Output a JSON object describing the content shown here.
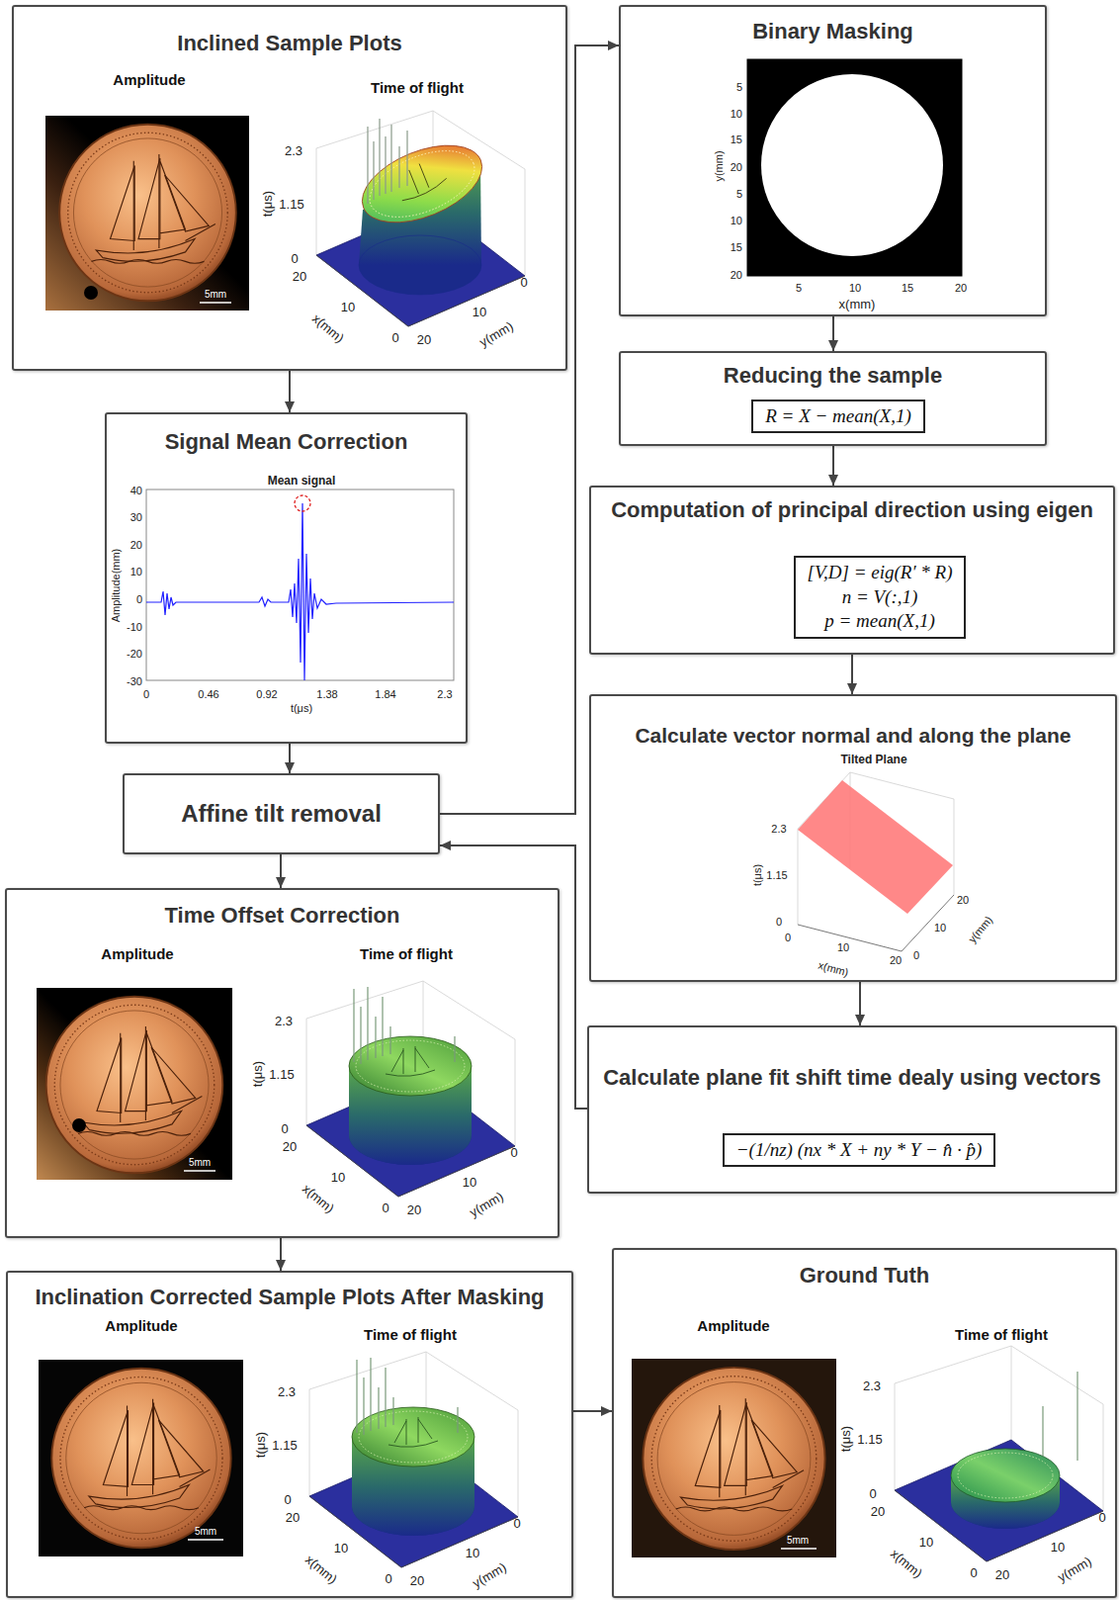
{
  "diagram": {
    "nodes": [
      {
        "text": [
          "Inclined Sample Plots",
          "Amplitude",
          "Time of flight"
        ]
      },
      {
        "text": [
          "Signal Mean Correction"
        ]
      },
      {
        "text": [
          "Affine tilt removal"
        ]
      },
      {
        "text": [
          "Time Offset Correction",
          "Amplitude",
          "Time of flight"
        ]
      },
      {
        "text": [
          "Inclination Corrected Sample Plots After Masking",
          "Amplitude",
          "Time of flight"
        ]
      },
      {
        "text": [
          "Binary Masking"
        ]
      },
      {
        "text": [
          "Reducing the sample"
        ]
      },
      {
        "text": [
          "R = X − mean(X,1)"
        ],
        "in": 6
      },
      {
        "text": [
          "Computation of principal direction using eigen"
        ]
      },
      {
        "text": [
          "[V,D] = eig(R′ * R)",
          "n = V(:,1)",
          "p = mean(X,1)"
        ],
        "in": 8
      },
      {
        "text": [
          "Calculate vector normal and along the plane"
        ]
      },
      {
        "text": [
          "Calculate plane fit shift time dealy using vectors"
        ]
      },
      {
        "text": [
          "−(1/nz) (nx * X + ny * Y − n̂ · p̂)"
        ],
        "in": 11
      },
      {
        "text": [
          "Ground Tuth",
          "Amplitude",
          "Time of flight"
        ]
      }
    ],
    "edges": [
      {
        "from": 0,
        "to": 1,
        "arrow": "to"
      },
      {
        "from": 1,
        "to": 2,
        "arrow": "to"
      },
      {
        "from": 2,
        "to": 5,
        "arrow": "to"
      },
      {
        "from": 5,
        "to": 6,
        "arrow": "to"
      },
      {
        "from": 6,
        "to": 8,
        "arrow": "to"
      },
      {
        "from": 8,
        "to": 10,
        "arrow": "to"
      },
      {
        "from": 10,
        "to": 11,
        "arrow": "to"
      },
      {
        "from": 11,
        "to": 2,
        "arrow": "to"
      },
      {
        "from": 2,
        "to": 3,
        "arrow": "to"
      },
      {
        "from": 3,
        "to": 4,
        "arrow": "to"
      },
      {
        "from": 4,
        "to": 13,
        "arrow": "to"
      }
    ],
    "labels": [
      "5mm",
      "2.3",
      "1.15",
      "0",
      "t(μs)",
      "20",
      "10",
      "0",
      "x(mm)",
      "20",
      "10",
      "0",
      "y(mm)",
      "Mean signal",
      "40",
      "30",
      "20",
      "10",
      "0",
      "-10",
      "-20",
      "-30",
      "0",
      "0.46",
      "0.92",
      "1.38",
      "1.84",
      "2.3",
      "Amplitude(mm)",
      "t(μs)",
      "5mm",
      "2.3",
      "1.15",
      "0",
      "t(μs)",
      "20",
      "10",
      "0",
      "x(mm)",
      "20",
      "10",
      "0",
      "y(mm)",
      "5mm",
      "2.3",
      "1.15",
      "0",
      "t(μs)",
      "20",
      "10",
      "0",
      "x(mm)",
      "20",
      "10",
      "0",
      "y(mm)",
      "5",
      "10",
      "15",
      "20",
      "5",
      "10",
      "15",
      "20",
      "y(mm)",
      "5",
      "10",
      "15",
      "20",
      "x(mm)",
      "Tilted Plane",
      "2.3",
      "1.15",
      "0",
      "t(μs)",
      "0",
      "10",
      "20",
      "x(mm)",
      "0",
      "10",
      "20",
      "y(mm)",
      "5mm",
      "2.3",
      "1.15",
      "0",
      "t(μs)",
      "20",
      "10",
      "0",
      "x(mm)",
      "20",
      "10",
      "0",
      "y(mm)"
    ]
  }
}
